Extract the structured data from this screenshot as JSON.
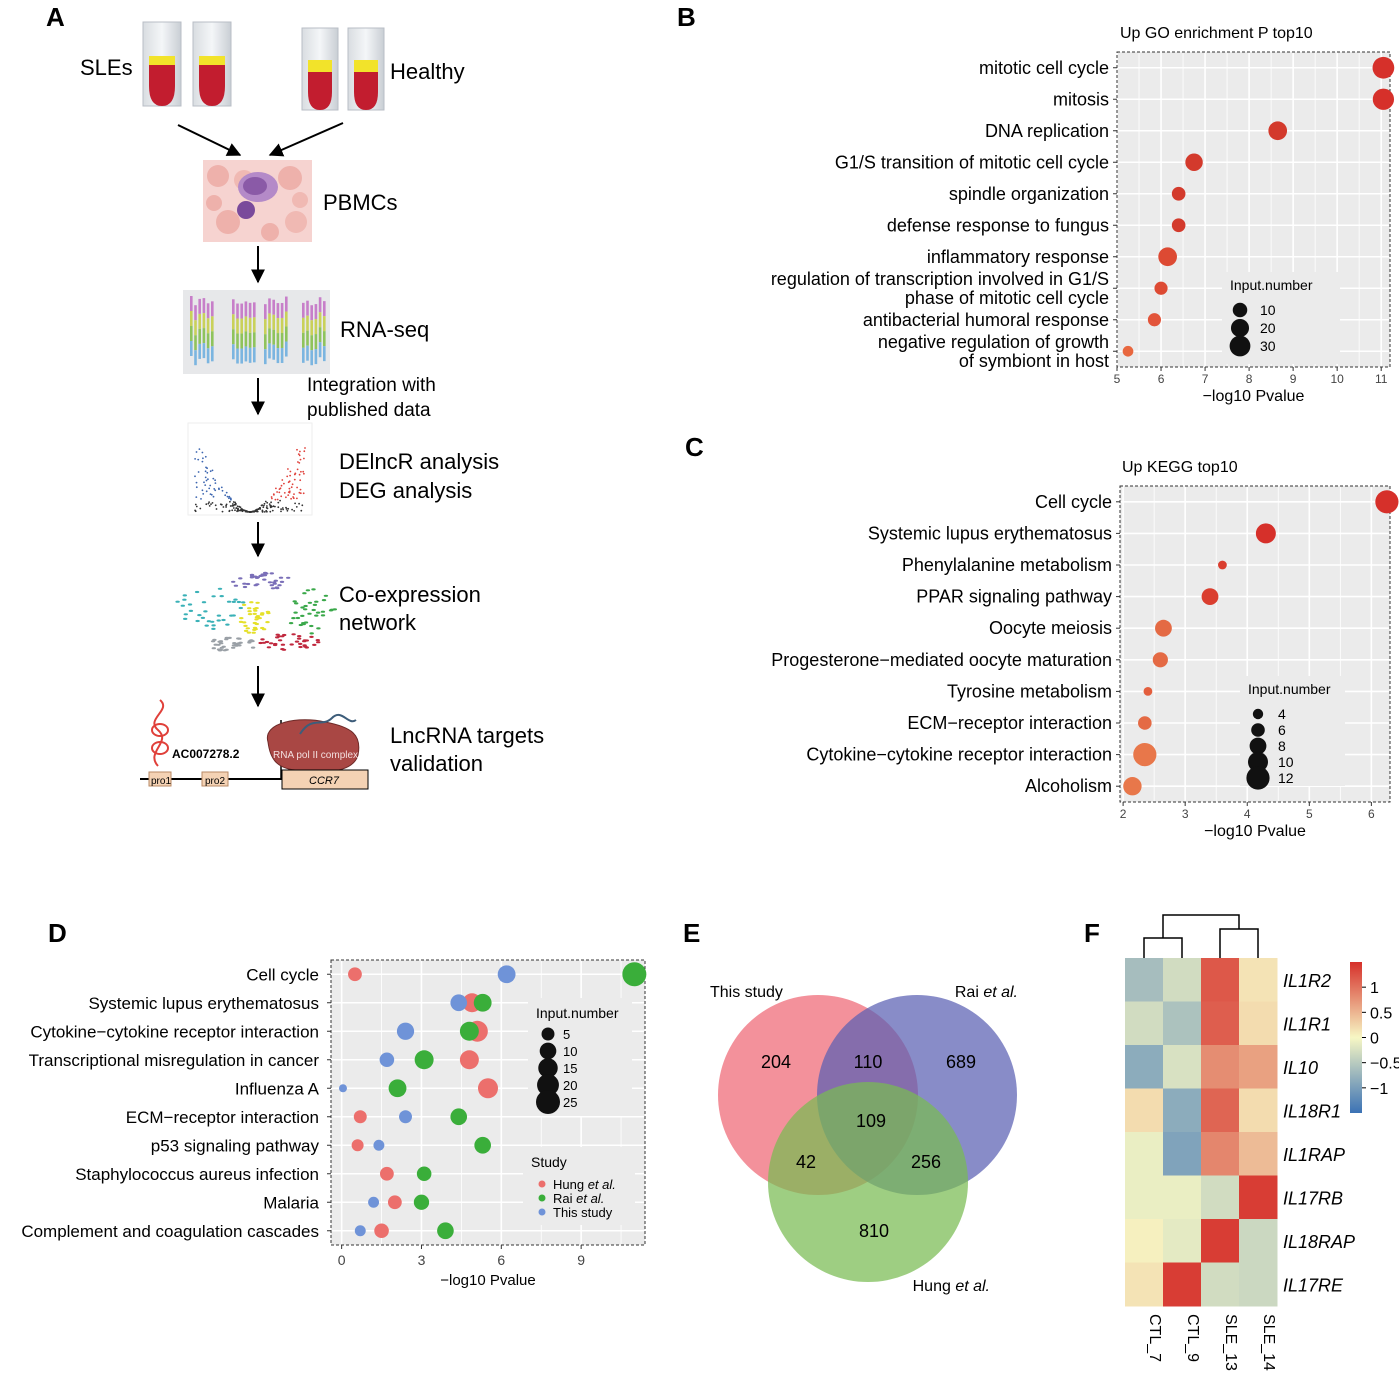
{
  "panels": {
    "A": {
      "letter": "A",
      "group_sle": "SLEs",
      "group_healthy": "Healthy",
      "steps": [
        "PBMCs",
        "RNA-seq",
        "DElncR analysis",
        "DEG analysis",
        "Co-expression",
        "network",
        "LncRNA targets",
        "validation"
      ],
      "integration_note": [
        "Integration with",
        "published data"
      ],
      "locus": {
        "lnc": "AC007278.2",
        "pro1": "pro1",
        "pro2": "pro2",
        "complex": "RNA pol II complex",
        "gene": "CCR7"
      }
    },
    "B": {
      "letter": "B"
    },
    "C": {
      "letter": "C"
    },
    "D": {
      "letter": "D"
    },
    "E": {
      "letter": "E"
    },
    "F": {
      "letter": "F"
    }
  },
  "chart_data": [
    {
      "panel": "B",
      "type": "scatter",
      "title": "Up GO enrichment P top10",
      "xlabel": "−log10 Pvalue",
      "xlim": [
        5,
        11.2
      ],
      "xticks": [
        5,
        6,
        7,
        8,
        9,
        10,
        11
      ],
      "categories": [
        "mitotic cell cycle",
        "mitosis",
        "DNA replication",
        "G1/S transition of mitotic cell cycle",
        "spindle organization",
        "defense response to fungus",
        "inflammatory response",
        "regulation of transcription involved in G1/S phase of mitotic cell cycle",
        "antibacterial humoral response",
        "negative regulation of growth of symbiont in host"
      ],
      "category_label_lines": [
        [
          "mitotic cell cycle"
        ],
        [
          "mitosis"
        ],
        [
          "DNA replication"
        ],
        [
          "G1/S transition of mitotic cell cycle"
        ],
        [
          "spindle organization"
        ],
        [
          "defense response to fungus"
        ],
        [
          "inflammatory response"
        ],
        [
          "regulation of transcription involved in G1/S",
          "phase of mitotic cell cycle"
        ],
        [
          "antibacterial humoral response"
        ],
        [
          "negative regulation of growth",
          "of symbiont in host"
        ]
      ],
      "x": [
        11.05,
        11.05,
        8.65,
        6.75,
        6.4,
        6.4,
        6.15,
        6.0,
        5.85,
        5.25
      ],
      "size": [
        34,
        32,
        22,
        18,
        8,
        8,
        22,
        7,
        7,
        3
      ],
      "color": [
        "#d6302a",
        "#d6302a",
        "#d33a2c",
        "#d33a2c",
        "#d33a2c",
        "#d33a2c",
        "#dd4a33",
        "#dd4a33",
        "#e2543a",
        "#e8673f"
      ],
      "legend": {
        "title": "Input.number",
        "sizes": [
          10,
          20,
          30
        ],
        "labels": [
          "10",
          "20",
          "30"
        ],
        "position": "bottom-right"
      },
      "grid": true
    },
    {
      "panel": "C",
      "type": "scatter",
      "title": "Up KEGG top10",
      "xlabel": "−log10 Pvalue",
      "xlim": [
        1.95,
        6.3
      ],
      "xticks": [
        2,
        3,
        4,
        5,
        6
      ],
      "categories": [
        "Cell cycle",
        "Systemic lupus erythematosus",
        "Phenylalanine metabolism",
        "PPAR signaling pathway",
        "Oocyte meiosis",
        "Progesterone−mediated oocyte maturation",
        "Tyrosine metabolism",
        "ECM−receptor interaction",
        "Cytokine−cytokine receptor interaction",
        "Alcoholism"
      ],
      "x": [
        6.25,
        4.3,
        3.6,
        3.4,
        2.65,
        2.6,
        2.4,
        2.35,
        2.35,
        2.15
      ],
      "size": [
        12,
        10,
        3,
        8,
        8,
        7,
        3,
        6,
        12,
        9
      ],
      "color": [
        "#d6302a",
        "#d6302a",
        "#da3e2f",
        "#da3e2f",
        "#e46a44",
        "#e46a44",
        "#e35e3d",
        "#e46a44",
        "#e8774a",
        "#e8774a"
      ],
      "legend": {
        "title": "Input.number",
        "sizes": [
          4,
          6,
          8,
          10,
          12
        ],
        "labels": [
          "4",
          "6",
          "8",
          "10",
          "12"
        ],
        "position": "bottom-right"
      },
      "grid": true
    },
    {
      "panel": "D",
      "type": "scatter",
      "xlabel": "−log10 Pvalue",
      "xlim": [
        -0.4,
        11.4
      ],
      "xticks": [
        0,
        3,
        6,
        9
      ],
      "categories": [
        "Cell cycle",
        "Systemic lupus erythematosus",
        "Cytokine−cytokine receptor interaction",
        "Transcriptional misregulation in cancer",
        "Influenza A",
        "ECM−receptor interaction",
        "p53 signaling pathway",
        "Staphylococcus aureus infection",
        "Malaria",
        "Complement and coagulation cascades"
      ],
      "series": [
        {
          "name": "Hung et al.",
          "color": "#ec6f6c",
          "points": [
            [
              0.5,
              0,
              6
            ],
            [
              4.9,
              1,
              14
            ],
            [
              5.1,
              2,
              18
            ],
            [
              4.8,
              3,
              14
            ],
            [
              5.5,
              4,
              16
            ],
            [
              0.7,
              5,
              5
            ],
            [
              0.6,
              6,
              4
            ],
            [
              1.7,
              7,
              6
            ],
            [
              2.0,
              8,
              6
            ],
            [
              1.5,
              9,
              7
            ]
          ]
        },
        {
          "name": "Rai et al.",
          "color": "#3aae3a",
          "points": [
            [
              11.0,
              0,
              25
            ],
            [
              5.3,
              1,
              12
            ],
            [
              4.8,
              2,
              14
            ],
            [
              3.1,
              3,
              14
            ],
            [
              2.1,
              4,
              12
            ],
            [
              4.4,
              5,
              10
            ],
            [
              5.3,
              6,
              10
            ],
            [
              3.1,
              7,
              7
            ],
            [
              3.0,
              8,
              8
            ],
            [
              3.9,
              9,
              10
            ]
          ]
        },
        {
          "name": "This study",
          "color": "#6f93d8",
          "points": [
            [
              6.2,
              0,
              12
            ],
            [
              4.4,
              1,
              10
            ],
            [
              2.4,
              2,
              11
            ],
            [
              1.7,
              3,
              7
            ],
            [
              0.05,
              4,
              1
            ],
            [
              2.4,
              5,
              5
            ],
            [
              1.4,
              6,
              3
            ],
            [
              1.2,
              8,
              3
            ],
            [
              0.7,
              9,
              3
            ]
          ]
        }
      ],
      "legend_size": {
        "title": "Input.number",
        "sizes": [
          5,
          10,
          15,
          20,
          25
        ],
        "labels": [
          "5",
          "10",
          "15",
          "20",
          "25"
        ],
        "position": "top-right"
      },
      "legend_color": {
        "title": "Study",
        "position": "bottom-right"
      },
      "grid": true
    },
    {
      "panel": "E",
      "type": "venn",
      "sets": [
        {
          "name": "This study",
          "color": "#ee6675",
          "label_parts": [
            {
              "t": "This study",
              "it": false
            }
          ]
        },
        {
          "name": "Rai et al.",
          "color": "#5a5fb3",
          "label_parts": [
            {
              "t": "Rai ",
              "it": false
            },
            {
              "t": "et al.",
              "it": true
            }
          ]
        },
        {
          "name": "Hung et al.",
          "color": "#78bb52",
          "label_parts": [
            {
              "t": "Hung ",
              "it": false
            },
            {
              "t": "et al.",
              "it": true
            }
          ]
        }
      ],
      "regions": {
        "This study only": 204,
        "This study ∩ Rai et al.": 110,
        "Rai et al. only": 689,
        "All three": 109,
        "This study ∩ Hung et al.": 42,
        "Rai et al. ∩ Hung et al.": 256,
        "Hung et al. only": 810
      }
    },
    {
      "panel": "F",
      "type": "heatmap",
      "columns": [
        "CTL_7",
        "CTL_9",
        "SLE_13",
        "SLE_14"
      ],
      "rows": [
        "IL1R2",
        "IL1R1",
        "IL10",
        "IL18R1",
        "IL1RAP",
        "IL17RB",
        "IL18RAP",
        "IL17RE"
      ],
      "values": [
        [
          -0.65,
          -0.3,
          1.2,
          0.15
        ],
        [
          -0.3,
          -0.6,
          1.15,
          0.2
        ],
        [
          -0.85,
          -0.25,
          0.8,
          0.65
        ],
        [
          0.2,
          -0.85,
          1.1,
          0.2
        ],
        [
          -0.1,
          -0.95,
          0.85,
          0.45
        ],
        [
          -0.1,
          -0.1,
          -0.3,
          1.4
        ],
        [
          0.05,
          -0.15,
          1.4,
          -0.35
        ],
        [
          0.15,
          1.4,
          -0.3,
          -0.35
        ]
      ],
      "colorbar": {
        "ticks": [
          1,
          0.5,
          0,
          -0.5,
          -1
        ],
        "labels": [
          "1",
          "0.5",
          "0",
          "−0.5",
          "−1"
        ],
        "range": [
          -1.5,
          1.5
        ],
        "colors": [
          "#3b72b5",
          "#f7f7c4",
          "#d6302a"
        ]
      },
      "dendrogram": {
        "pairs": [
          [
            "CTL_7",
            "CTL_9"
          ],
          [
            "SLE_13",
            "SLE_14"
          ]
        ]
      }
    }
  ]
}
